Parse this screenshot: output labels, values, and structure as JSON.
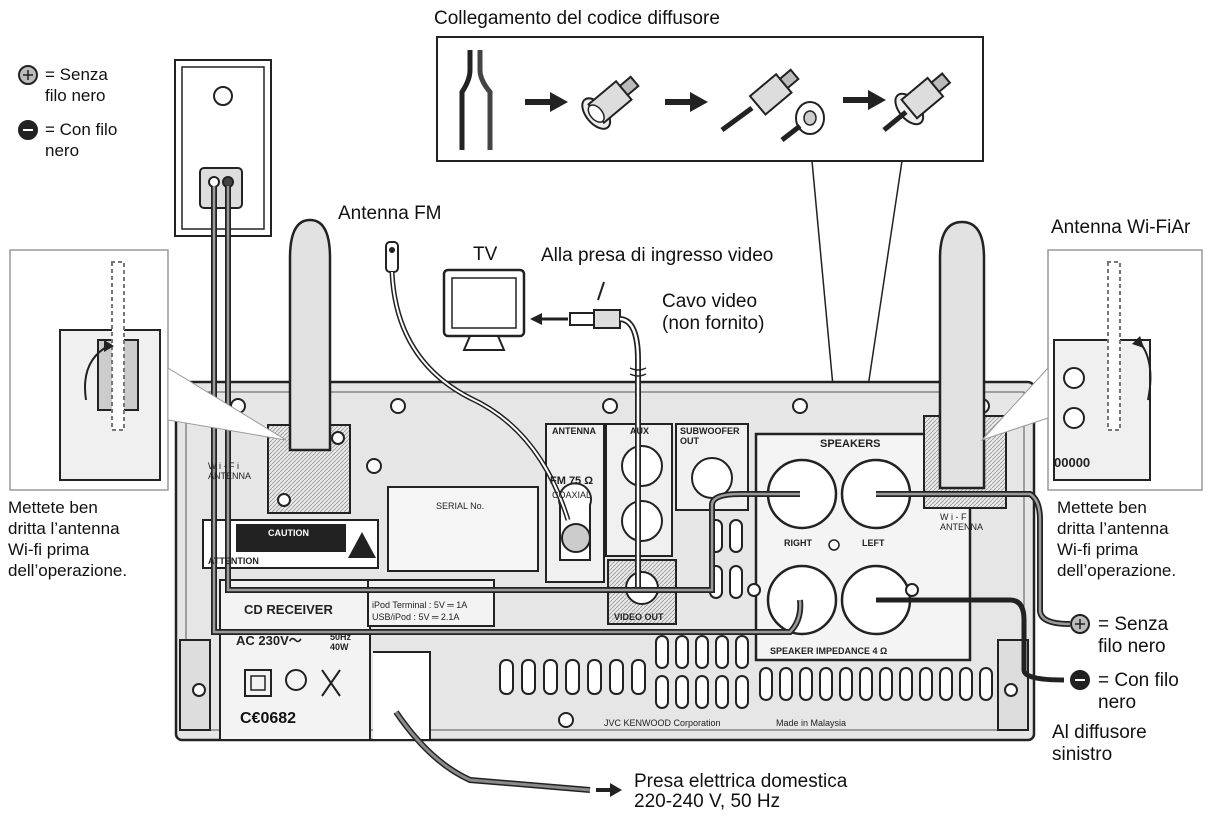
{
  "labels": {
    "connection_title": "Collegamento del codice diffusore",
    "legend_left_plus": "= Senza\nfilo nero",
    "legend_left_minus": "= Con filo\nnero",
    "antenna_fm": "Antenna FM",
    "tv": "TV",
    "video_input": "Alla presa di ingresso video",
    "video_cable": "Cavo video\n(non fornito)",
    "antenna_wifi": "Antenna Wi-FiAr",
    "wifi_note_left": "Mettete ben\ndritta l’antenna\nWi-fi prima\ndell’operazione.",
    "wifi_note_right": "Mettete ben\ndritta l’antenna\nWi-fi prima\ndell’operazione.",
    "legend_right_plus": "= Senza\nfilo nero",
    "legend_right_minus": "= Con filo\nnero",
    "left_speaker": "Al diffusore\nsinistro",
    "mains": "Presa elettrica domestica\n220-240 V, 50 Hz"
  },
  "panel_text": {
    "wifi_left": "W i - F i\nANTENNA",
    "serial": "SERIAL No.",
    "caution": "CAUTION",
    "attention": "ATTENTION",
    "model": "CD RECEIVER",
    "power": "AC 230V～",
    "power_rating": "50Hz\n40W",
    "ce": "C€0682",
    "ipod_terminal": "iPod Terminal : 5V ═ 1A",
    "usb_ipod": "USB/iPod : 5V ═ 2.1A",
    "antenna_group": "ANTENNA",
    "fm": "FM 75 Ω",
    "coaxial": "COAXIAL",
    "aux": "AUX",
    "subwoofer": "SUBWOOFER\nOUT",
    "video_out": "VIDEO OUT",
    "speakers": "SPEAKERS",
    "right": "RIGHT",
    "left": "LEFT",
    "speaker_impedance": "SPEAKER IMPEDANCE  4 Ω",
    "wifi_right": "W i - F i\nANTENNA",
    "maker": "JVC KENWOOD Corporation",
    "made_in": "Made in Malaysia",
    "panel_digits": "00000"
  },
  "colors": {
    "line": "#222222",
    "panel_fill": "#e4e4e4",
    "cable_gray": "#8a8a8a",
    "cable_dark": "#333333"
  }
}
